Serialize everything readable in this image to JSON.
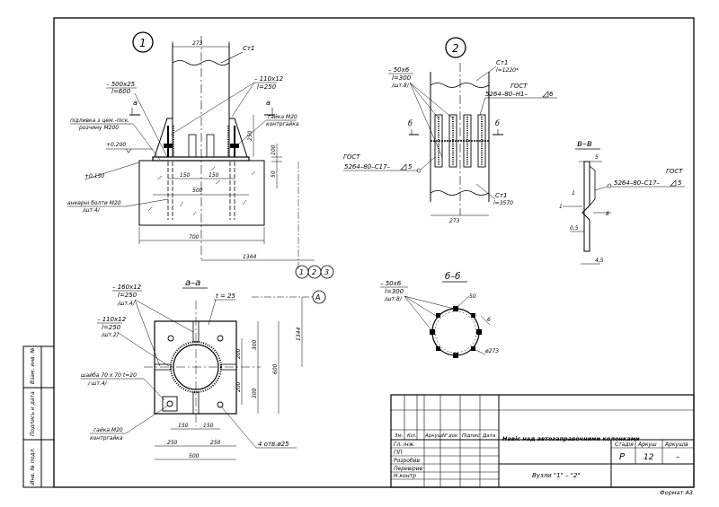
{
  "node1": {
    "circle": "1",
    "top_dim": "273",
    "ct1": "Ст1",
    "plate_main": "– 500х25",
    "plate_main_l": "l=600",
    "rib": "– 110х12",
    "rib_l": "l=250",
    "sect_a_left": "а",
    "sect_a_right": "а",
    "grout1": "підливка з цем.-піск.",
    "grout2": "розчину М200",
    "nut1": "гайка М20",
    "nut2": "контргайка",
    "level1": "+0,200",
    "level2": "+0,150",
    "dim_250": "250",
    "dim_100": "100",
    "dim_50": "50",
    "dim_150a": "150",
    "dim_150b": "150",
    "dim_500": "500",
    "anchor1": "анкерні болти М20",
    "anchor2": "/шт.4/",
    "dim_700": "700",
    "dim_1344": "1344"
  },
  "refs": [
    "1",
    "2",
    "3"
  ],
  "axis": "А",
  "node2": {
    "circle": "2",
    "plate": "– 50х6",
    "plate_l": "l=300",
    "plate_q": "/шт.8/",
    "ct1": "Ст1",
    "ct1_l": "l=1220*",
    "gost_label": "ГОСТ",
    "gost_top": "5264–80–Н1–",
    "gost_top_n": "6",
    "sect_b_left": "б",
    "sect_b_right": "б",
    "gost_left1": "ГОСТ",
    "gost_left2": "5264–80–С17–",
    "gost_left_n": "5",
    "ct1b": "Ст1",
    "ct1b_l": "l=3570",
    "dim_273": "273"
  },
  "vv": {
    "title": "в–в",
    "gost1": "ГОСТ",
    "gost2": "5264–80–С17–",
    "gost_n": "5",
    "d5": "5",
    "d1": "1",
    "d8": "8",
    "d05": "0,5",
    "d45": "4,5"
  },
  "aa": {
    "title": "а–а",
    "rib": "– 160х12",
    "rib_l": "l=250",
    "rib_q": "/шт.4/",
    "t25": "t = 25",
    "rib2": "– 110х12",
    "rib2_l": "l=250",
    "rib2_q": "/шт.2/",
    "washer": "шайба 70 х 70 t=20",
    "washer_q": "/ шт.4/",
    "nut1": "гайка М20",
    "nut2": "контргайка",
    "holes": "4 отв.ø25",
    "d300a": "300",
    "d300b": "300",
    "d200a": "200",
    "d200b": "200",
    "d600": "600",
    "d1344": "1344",
    "d150a": "150",
    "d150b": "150",
    "d250a": "250",
    "d250b": "250",
    "d500": "500"
  },
  "bb": {
    "title": "б–б",
    "plate": "– 50х6",
    "plate_l": "l=300",
    "plate_q": "/шт.8/",
    "d50": "50",
    "d6": "6",
    "d273": "ø273"
  },
  "side_stamp": [
    "Взам. инв. №",
    "Подпись и дата",
    "Инв. № подл."
  ],
  "title_block": {
    "cols": [
      "Зм.",
      "Кіл.",
      "Аркуш",
      "N°док",
      "Підпис",
      "Дата"
    ],
    "roles": [
      "Гл. інж.",
      "ГІП",
      "Розробив",
      "Перевірив",
      "Н.контр"
    ],
    "project": "Навіс над автозаправочними колонками",
    "stage_h": "Стадія",
    "sheet_h": "Аркуш",
    "sheets_h": "Аркушів",
    "stage": "Р",
    "sheet": "12",
    "sheets": "–",
    "drawing": "Вузли \"1\" – \"2\"",
    "format": "Формат А3"
  }
}
